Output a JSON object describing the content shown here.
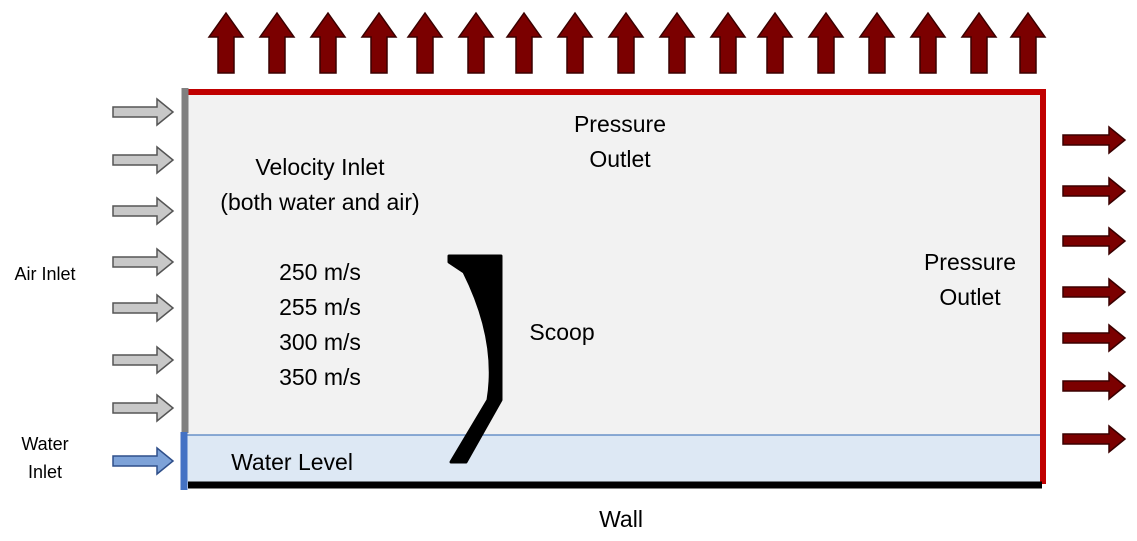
{
  "labels": {
    "air_inlet": "Air Inlet",
    "water_inlet_line1": "Water",
    "water_inlet_line2": "Inlet",
    "velocity_inlet_line1": "Velocity Inlet",
    "velocity_inlet_line2": "(both water and air)",
    "pressure_outlet_top_line1": "Pressure",
    "pressure_outlet_top_line2": "Outlet",
    "pressure_outlet_right_line1": "Pressure",
    "pressure_outlet_right_line2": "Outlet",
    "scoop": "Scoop",
    "water_level": "Water Level",
    "wall": "Wall"
  },
  "velocities": [
    "250 m/s",
    "255 m/s",
    "300 m/s",
    "350 m/s"
  ],
  "colors": {
    "domain_fill": "#f2f2f2",
    "water_fill": "#dde8f4",
    "outlet_border": "#c00000",
    "outlet_arrow": "#7b0000",
    "air_arrow": "#c8c8c8",
    "water_arrow": "#7da2d8",
    "inlet_border_air": "#808080",
    "inlet_border_water": "#4472c4",
    "wall": "#000000",
    "scoop": "#000000"
  }
}
